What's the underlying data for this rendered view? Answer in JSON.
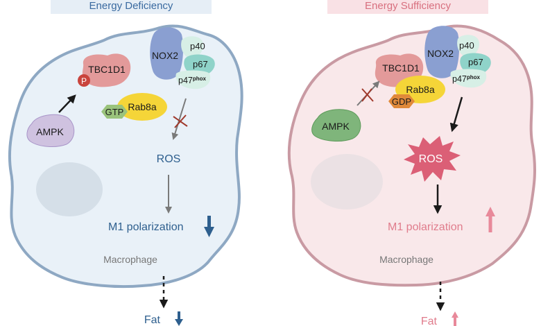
{
  "left": {
    "title": "Energy Deficiency",
    "labels": {
      "ampk": "AMPK",
      "tbc1d1": "TBC1D1",
      "phospho": "P",
      "nox2": "NOX2",
      "p40": "p40",
      "p67": "p67",
      "p47": "p47",
      "p47_sup": "phox",
      "rab8a": "Rab8a",
      "nucleotide": "GTP",
      "ros": "ROS",
      "m1": "M1 polarization",
      "cell": "Macrophage",
      "fat": "Fat"
    },
    "m1_trend": "down",
    "fat_trend": "down",
    "colors": {
      "cell_fill": "#e9f1f8",
      "cell_stroke": "#8ea8c3",
      "text": "#2e5f8e",
      "arrow": "#2e5f8e"
    }
  },
  "right": {
    "title": "Energy Sufficiency",
    "labels": {
      "ampk": "AMPK",
      "tbc1d1": "TBC1D1",
      "nox2": "NOX2",
      "p40": "p40",
      "p67": "p67",
      "p47": "p47",
      "p47_sup": "phox",
      "rab8a": "Rab8a",
      "nucleotide": "GDP",
      "ros": "ROS",
      "m1": "M1 polarization",
      "cell": "Macrophage",
      "fat": "Fat"
    },
    "m1_trend": "up",
    "fat_trend": "up",
    "colors": {
      "cell_fill": "#f9e8ea",
      "cell_stroke": "#c99aa3",
      "text": "#e07c8c",
      "arrow": "#e8899a"
    }
  }
}
